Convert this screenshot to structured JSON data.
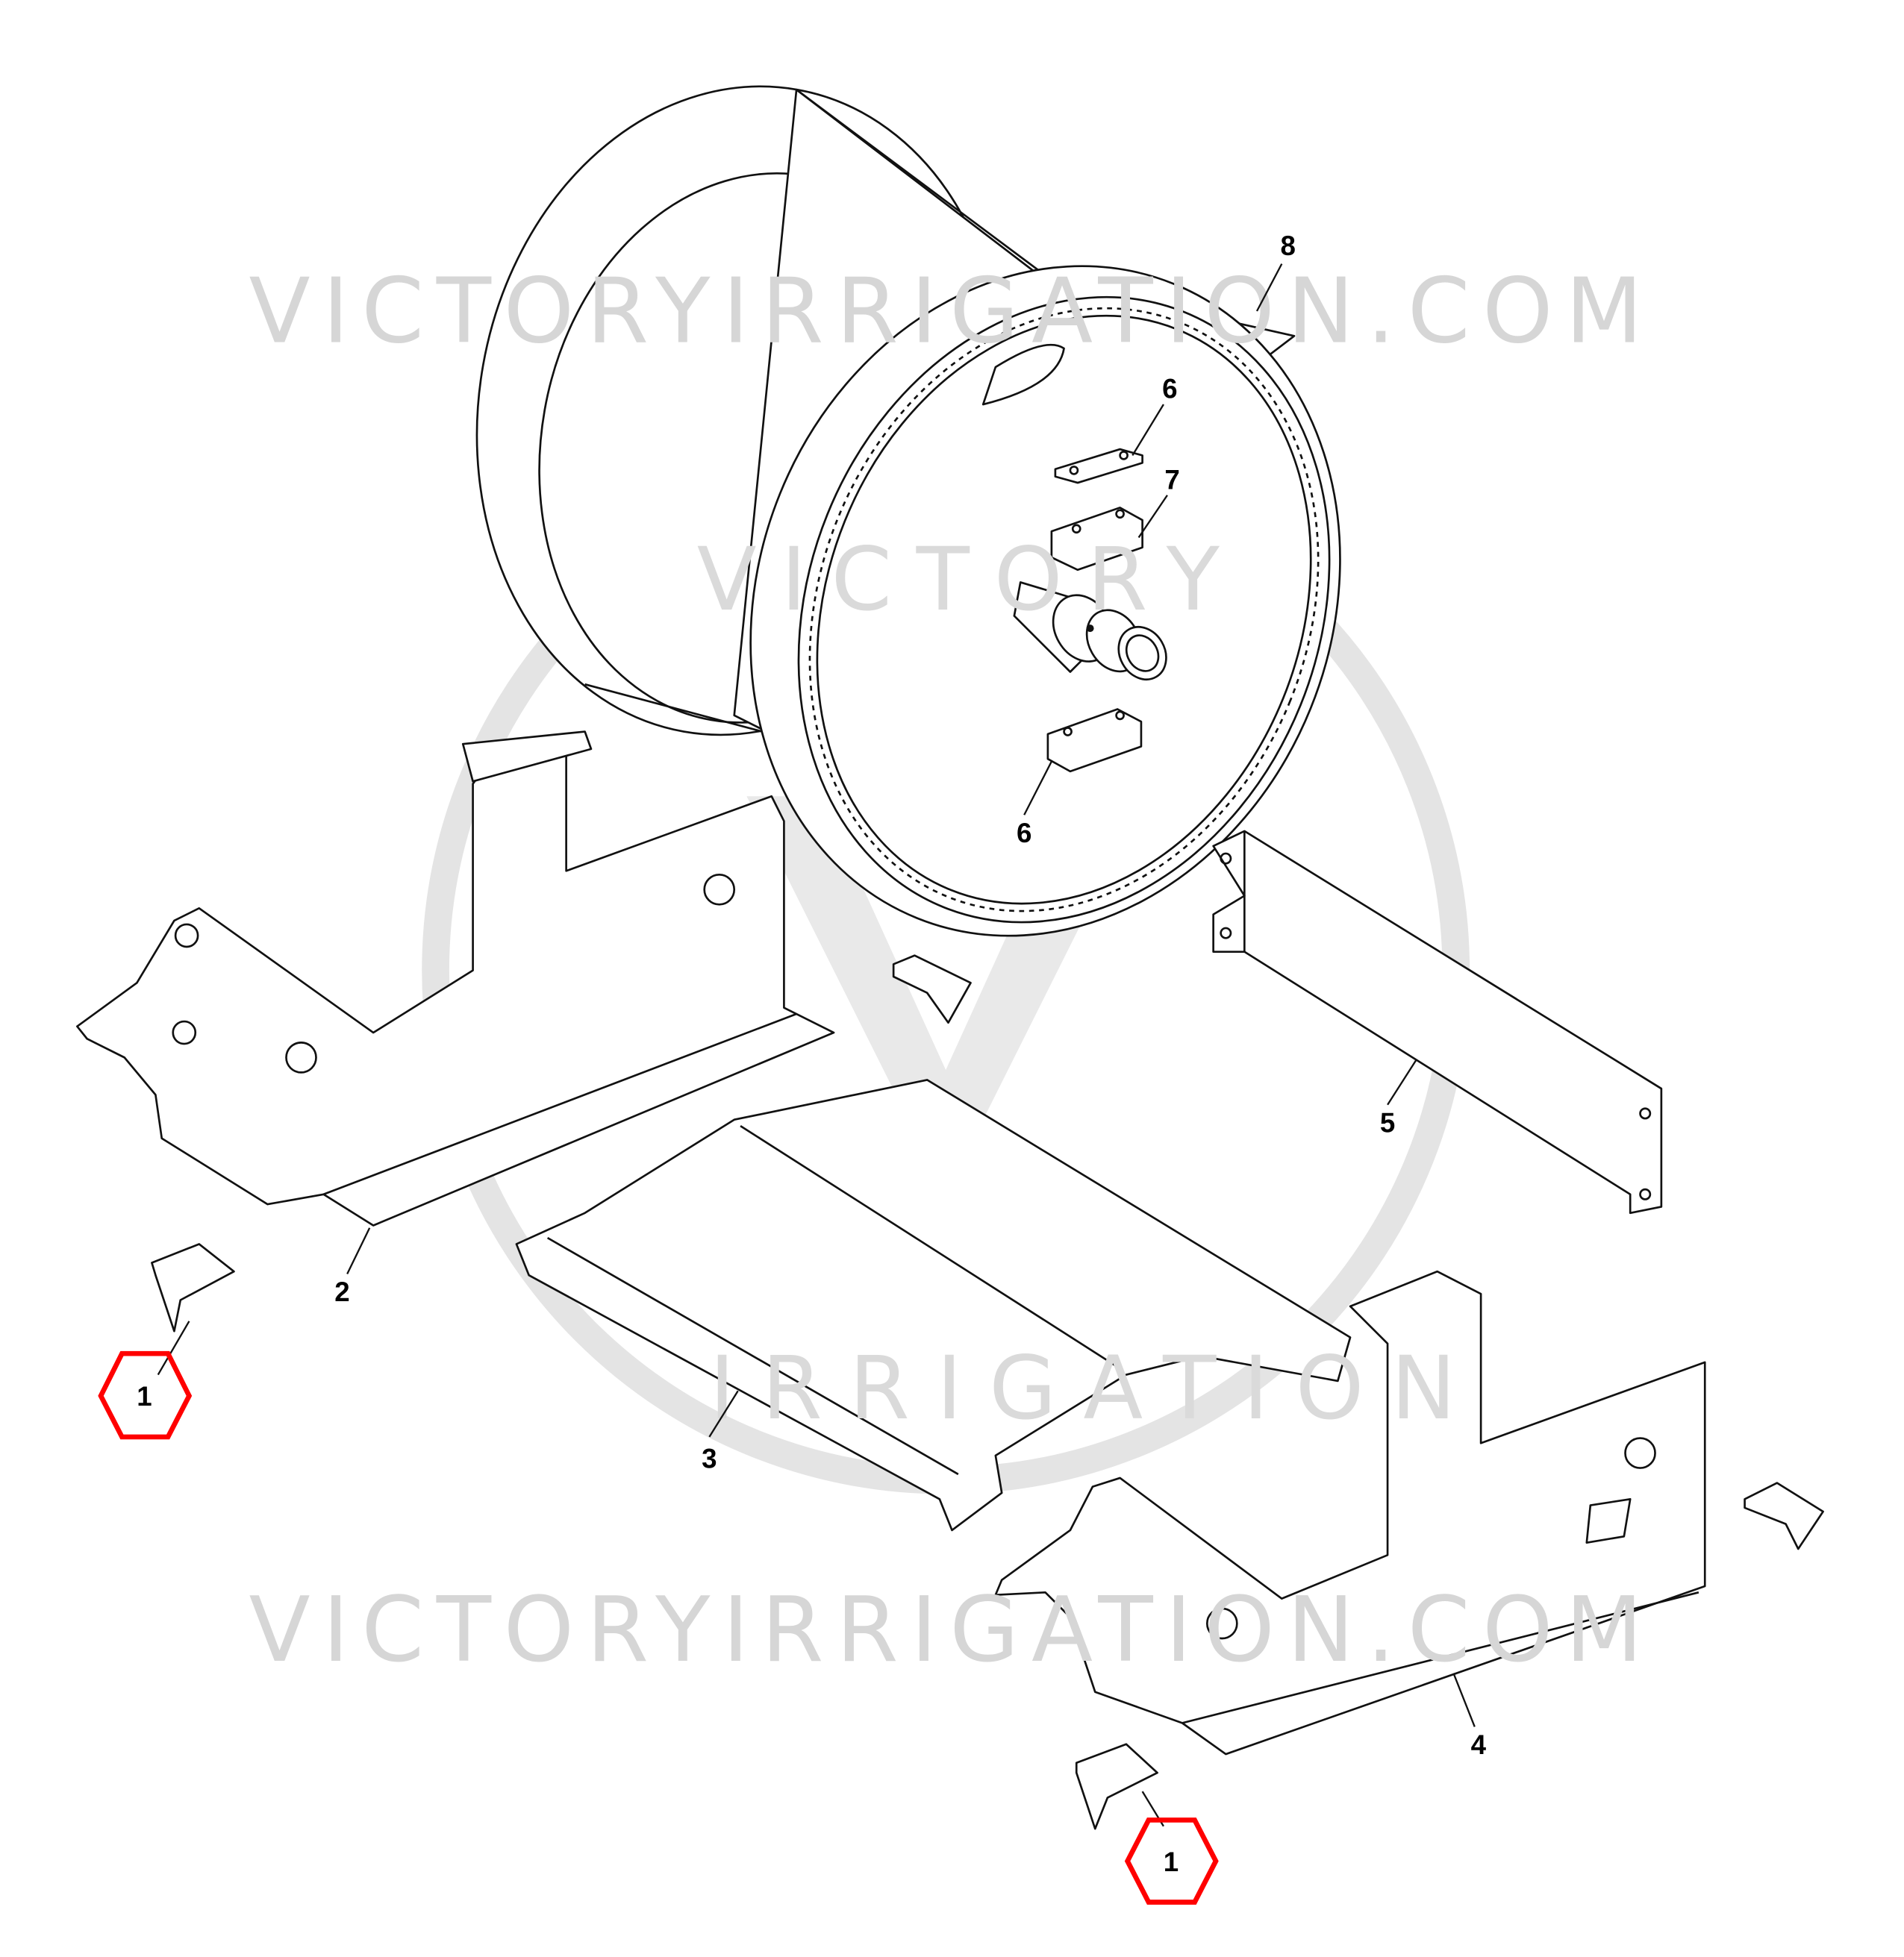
{
  "diagram": {
    "watermark": {
      "top_text": "VICTORYIRRIGATION.COM",
      "bottom_text": "VICTORYIRRIGATION.COM",
      "logo_arc_top": "VICTORY",
      "logo_arc_bottom": "IRRIGATION",
      "logo_letter": "V",
      "color": "#dcdcdc"
    },
    "callouts": [
      {
        "id": "1a",
        "label": "1",
        "highlighted": true
      },
      {
        "id": "1b",
        "label": "1",
        "highlighted": true
      },
      {
        "id": "2",
        "label": "2"
      },
      {
        "id": "3",
        "label": "3"
      },
      {
        "id": "4",
        "label": "4"
      },
      {
        "id": "5",
        "label": "5"
      },
      {
        "id": "6a",
        "label": "6"
      },
      {
        "id": "6b",
        "label": "6"
      },
      {
        "id": "7",
        "label": "7"
      },
      {
        "id": "8",
        "label": "8"
      }
    ],
    "highlight_color": "#ff0000"
  }
}
